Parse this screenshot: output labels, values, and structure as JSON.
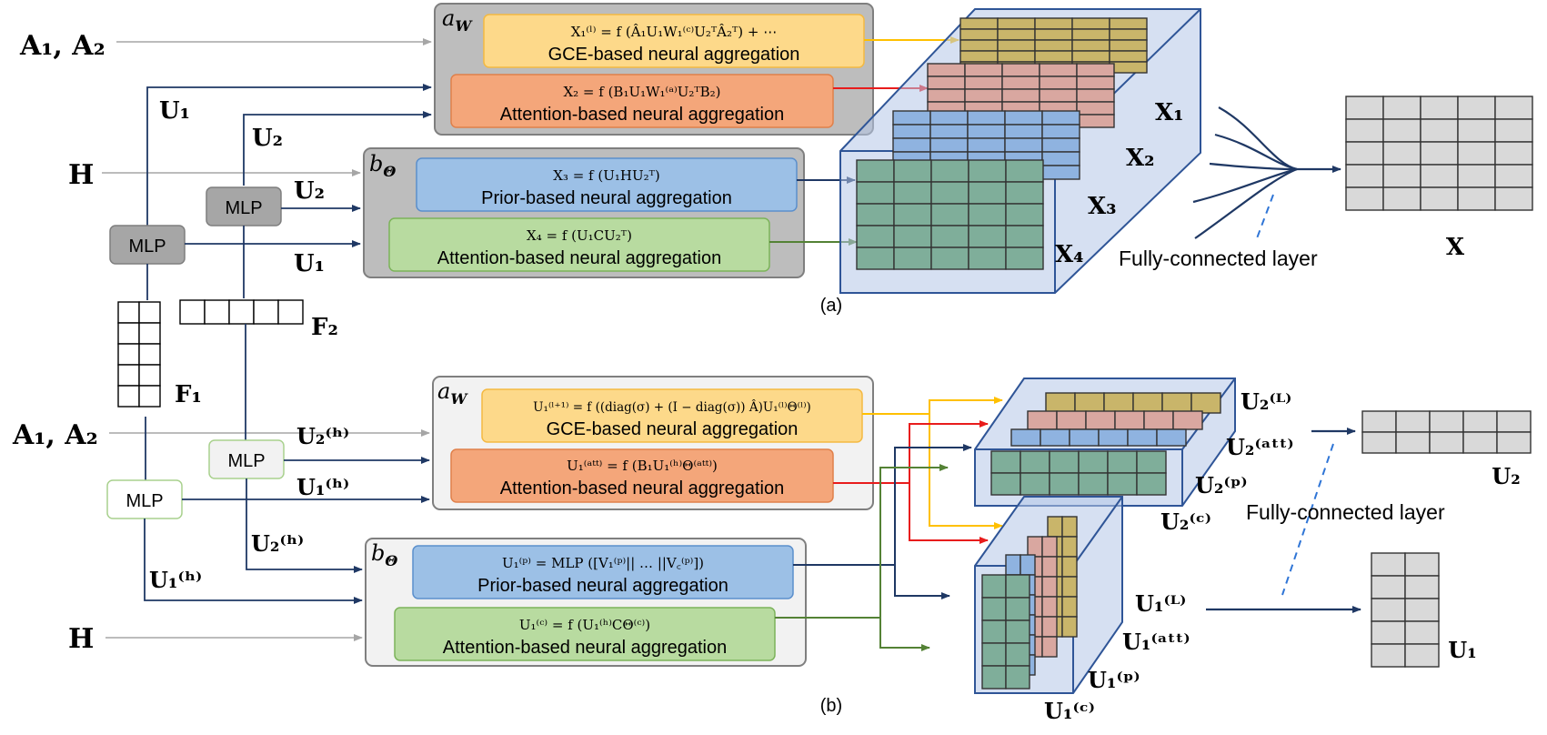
{
  "inputs": {
    "a1a2_top": "A₁, A₂",
    "h_top": "H",
    "a1a2_bottom": "A₁, A₂",
    "h_bottom": "H",
    "f1": "F₁",
    "f2": "F₂"
  },
  "panel_a": {
    "caption": "(a)",
    "mlp1_label": "MLP",
    "mlp2_label": "MLP",
    "arrow_labels": {
      "u1_top": "U₁",
      "u2_top": "U₂",
      "u2_mid": "U₂",
      "u1_mid": "U₁"
    },
    "group_aw_title": "a_W",
    "group_btheta_title": "b_Θ",
    "modules": [
      {
        "formula": "X₁⁽ˡ⁾ = f (Â₁U₁W₁⁽ᶜ⁾U₂ᵀÂ₂ᵀ) + ⋯",
        "desc": "GCE-based neural aggregation"
      },
      {
        "formula": "X₂ = f (B₁U₁W₁⁽ᵃ⁾U₂ᵀB₂)",
        "desc": "Attention-based neural aggregation"
      },
      {
        "formula": "X₃ = f (U₁HU₂ᵀ)",
        "desc": "Prior-based neural aggregation"
      },
      {
        "formula": "X₄ = f (U₁CU₂ᵀ)",
        "desc": "Attention-based neural aggregation"
      }
    ],
    "stack_labels": [
      "X₁",
      "X₂",
      "X₃",
      "X₄"
    ],
    "fc_label": "Fully-connected layer",
    "output_label": "X"
  },
  "panel_b": {
    "caption": "(b)",
    "mlp1_label": "MLP",
    "mlp2_label": "MLP",
    "arrow_labels": {
      "u2h_top": "U₂⁽ʰ⁾",
      "u1h_top": "U₁⁽ʰ⁾",
      "u2h_mid": "U₂⁽ʰ⁾",
      "u1h_mid": "U₁⁽ʰ⁾"
    },
    "group_aw_title": "a_W",
    "group_btheta_title": "b_Θ",
    "modules": [
      {
        "formula": "U₁⁽ˡ⁺¹⁾ = f ((diag(σ) + (I − diag(σ)) Â)U₁⁽ˡ⁾Θ⁽ˡ⁾)",
        "desc": "GCE-based neural aggregation"
      },
      {
        "formula": "U₁⁽ᵃᵗᵗ⁾ = f (B₁U₁⁽ʰ⁾Θ⁽ᵃᵗᵗ⁾)",
        "desc": "Attention-based neural aggregation"
      },
      {
        "formula": "U₁⁽ᵖ⁾ = MLP ([V₁⁽ᵖ⁾|| … ||V꜀⁽ᵖ⁾])",
        "desc": "Prior-based neural aggregation"
      },
      {
        "formula": "U₁⁽ᶜ⁾ = f (U₁⁽ʰ⁾CΘ⁽ᶜ⁾)",
        "desc": "Attention-based neural aggregation"
      }
    ],
    "stack_u2_labels": [
      "U₂⁽ᴸ⁾",
      "U₂⁽ᵃᵗᵗ⁾",
      "U₂⁽ᵖ⁾",
      "U₂⁽ᶜ⁾"
    ],
    "stack_u1_labels": [
      "U₁⁽ᴸ⁾",
      "U₁⁽ᵃᵗᵗ⁾",
      "U₁⁽ᵖ⁾",
      "U₁⁽ᶜ⁾"
    ],
    "fc_label": "Fully-connected layer",
    "output_u2_label": "U₂",
    "output_u1_label": "U₁"
  },
  "colors": {
    "gce_fill": "#fdd98a",
    "gce_stroke": "#f4b942",
    "att_fill": "#f4a67a",
    "att_stroke": "#e0804a",
    "prior_fill": "#9cc0e6",
    "prior_stroke": "#5b8fcc",
    "att2_fill": "#b8dba0",
    "att2_stroke": "#7cb35a",
    "group_dark": "#bdbdbd",
    "group_light": "#f2f2f2",
    "arrow_dark": "#1f3864",
    "arrow_gray": "#a6a6a6",
    "arrow_yellow": "#ffc000",
    "arrow_red": "#e81c1c",
    "arrow_green": "#548235",
    "cube_fill": "#b4c7e7",
    "cube_stroke": "#2f5597",
    "grid_yellow": "#c9b56a",
    "grid_pink": "#d9a7a0",
    "grid_blue": "#8fb3e0",
    "grid_green": "#7fae9a",
    "grid_gray": "#d9d9d9"
  }
}
